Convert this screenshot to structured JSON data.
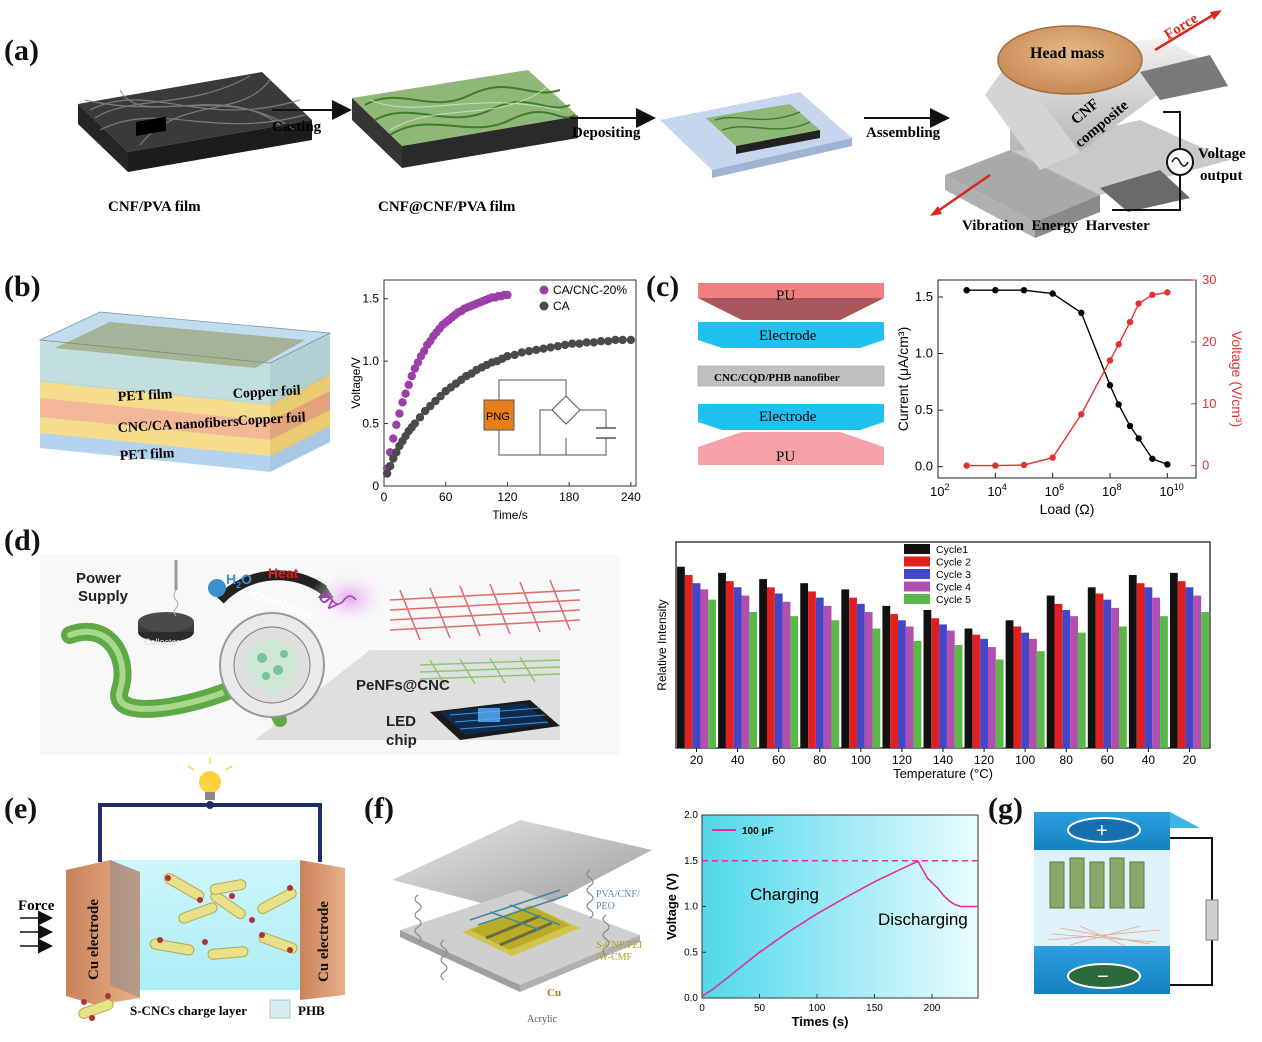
{
  "panel_labels": [
    "(a)",
    "(b)",
    "(c)",
    "(d)",
    "(e)",
    "(f)",
    "(g)"
  ],
  "panel_a": {
    "film1": "CNF/PVA film",
    "film2": "CNF@CNF/PVA film",
    "step1": "Casting",
    "step2": "Depositing",
    "step3": "Assembling",
    "head_mass": "Head mass",
    "force": "Force",
    "cnf_line1": "CNF",
    "cnf_line2": "composite",
    "voltage_line1": "Voltage",
    "voltage_line2": "output",
    "harvester": "Vibration  Energy  Harvester"
  },
  "panel_b": {
    "layers": [
      "PET film",
      "Copper foil",
      "CNC/CA nanofibers",
      "Copper foil",
      "PET film"
    ],
    "png_label": "PNG"
  },
  "panel_c": {
    "stack": [
      "PU",
      "Electrode",
      "CNC/CQD/PHB nanofiber",
      "Electrode",
      "PU"
    ]
  },
  "panel_d": {
    "power_line1": "Power",
    "power_line2": "Supply",
    "collector": "Collector",
    "h2o": "H",
    "h2o_sub": "2",
    "h2o_end": "O",
    "heat": "Heat",
    "uv": "UV",
    "resistance": "Resistance",
    "penfs": "PeNFs@CNC",
    "led_line1": "LED",
    "led_line2": "chip"
  },
  "panel_e": {
    "force": "Force",
    "electrode_left": "Cu electrode",
    "electrode_right": "Cu electrode",
    "legend1": "S-CNCs charge layer",
    "legend2": "PHB"
  },
  "panel_f": {
    "layer1_line1": "PVA/CNF/",
    "layer1_line2": "PEO",
    "layer2_line1": "S-CNF/PEI",
    "layer2_line2": "/W-CMF",
    "cu": "Cu",
    "acrylic": "Acrylic"
  },
  "panel_g": {
    "plus": "+",
    "minus": "−"
  },
  "chart_data": [
    {
      "id": "b-plot",
      "type": "scatter",
      "xlabel": "Time/s",
      "ylabel": "Voltage/V",
      "xlim": [
        0,
        245
      ],
      "ylim": [
        0,
        1.65
      ],
      "xticks": [
        0,
        60,
        120,
        180,
        240
      ],
      "yticks": [
        0,
        0.5,
        1.0,
        1.5
      ],
      "ytick_labels": [
        "0",
        "0.5",
        "1.0",
        "1.5"
      ],
      "legend_position": "top-right",
      "series": [
        {
          "name": "CA/CNC-20%",
          "color": "#9b3fa8",
          "x": [
            3,
            6,
            9,
            12,
            15,
            18,
            21,
            24,
            27,
            30,
            33,
            36,
            39,
            42,
            45,
            48,
            51,
            54,
            57,
            60,
            63,
            66,
            69,
            72,
            75,
            78,
            81,
            84,
            87,
            90,
            93,
            96,
            99,
            102,
            105,
            108,
            111,
            114,
            117,
            120
          ],
          "y": [
            0.14,
            0.27,
            0.38,
            0.49,
            0.58,
            0.67,
            0.74,
            0.81,
            0.88,
            0.94,
            0.99,
            1.04,
            1.08,
            1.13,
            1.16,
            1.2,
            1.23,
            1.26,
            1.29,
            1.31,
            1.33,
            1.35,
            1.37,
            1.39,
            1.4,
            1.42,
            1.43,
            1.44,
            1.45,
            1.46,
            1.47,
            1.48,
            1.49,
            1.5,
            1.51,
            1.51,
            1.52,
            1.52,
            1.53,
            1.53
          ]
        },
        {
          "name": "CA",
          "color": "#4a4a4a",
          "x": [
            3,
            6,
            9,
            12,
            15,
            18,
            21,
            24,
            27,
            30,
            35,
            40,
            45,
            50,
            55,
            60,
            65,
            70,
            75,
            80,
            85,
            90,
            95,
            100,
            105,
            110,
            115,
            120,
            127,
            134,
            141,
            148,
            155,
            162,
            169,
            176,
            183,
            190,
            197,
            204,
            211,
            218,
            225,
            232,
            240
          ],
          "y": [
            0.1,
            0.16,
            0.22,
            0.27,
            0.32,
            0.36,
            0.4,
            0.44,
            0.47,
            0.5,
            0.55,
            0.6,
            0.64,
            0.68,
            0.72,
            0.76,
            0.79,
            0.82,
            0.85,
            0.88,
            0.9,
            0.93,
            0.95,
            0.97,
            0.99,
            1.0,
            1.02,
            1.04,
            1.05,
            1.07,
            1.08,
            1.09,
            1.1,
            1.11,
            1.12,
            1.13,
            1.14,
            1.14,
            1.15,
            1.15,
            1.16,
            1.16,
            1.17,
            1.17,
            1.17
          ]
        }
      ]
    },
    {
      "id": "c-plot",
      "type": "line",
      "xlabel": "Load (Ω)",
      "ylabel": "Current (μA/cm³)",
      "ylabel_right": "Voltage (V/cm³)",
      "xscale": "log",
      "xlim": [
        100,
        100000000000
      ],
      "xticks": [
        100,
        10000,
        1000000,
        100000000,
        10000000000
      ],
      "xtick_bases": [
        "10",
        "10",
        "10",
        "10",
        "10"
      ],
      "xtick_exps": [
        "2",
        "4",
        "6",
        "8",
        "10"
      ],
      "ylim": [
        -0.1,
        1.65
      ],
      "yticks": [
        0,
        0.5,
        1.0,
        1.5
      ],
      "ytick_labels": [
        "0.0",
        "0.5",
        "1.0",
        "1.5"
      ],
      "ylim_right": [
        -2,
        30
      ],
      "yticks_right": [
        0,
        10,
        20,
        30
      ],
      "series": [
        {
          "name": "Current",
          "axis": "left",
          "color": "#000000",
          "x": [
            1000,
            10000,
            100000,
            1000000,
            10000000,
            100000000,
            200000000,
            500000000,
            1000000000,
            3000000000,
            10000000000
          ],
          "y": [
            1.56,
            1.56,
            1.56,
            1.53,
            1.36,
            0.72,
            0.55,
            0.36,
            0.25,
            0.07,
            0.02
          ]
        },
        {
          "name": "Voltage",
          "axis": "right",
          "color": "#e53030",
          "x": [
            1000,
            10000,
            100000,
            1000000,
            10000000,
            100000000,
            200000000,
            500000000,
            1000000000,
            3000000000,
            10000000000
          ],
          "y": [
            0,
            0,
            0.1,
            1.3,
            8.3,
            17,
            19.6,
            23.2,
            26.2,
            27.6,
            28
          ]
        }
      ]
    },
    {
      "id": "d-plot",
      "type": "bar",
      "xlabel": "Temperature (°C)",
      "ylabel": "Relative Intensity",
      "categories": [
        "20",
        "40",
        "60",
        "80",
        "100",
        "120",
        "140",
        "120",
        "100",
        "80",
        "60",
        "40",
        "20"
      ],
      "ylim": [
        0,
        1
      ],
      "legend_position": "top-left",
      "series": [
        {
          "name": "Cycle1",
          "color": "#111111",
          "values": [
            0.88,
            0.85,
            0.82,
            0.8,
            0.77,
            0.69,
            0.67,
            0.58,
            0.62,
            0.74,
            0.78,
            0.84,
            0.85
          ]
        },
        {
          "name": "Cycle 2",
          "color": "#e02020",
          "values": [
            0.84,
            0.81,
            0.78,
            0.76,
            0.73,
            0.65,
            0.63,
            0.55,
            0.59,
            0.7,
            0.75,
            0.8,
            0.81
          ]
        },
        {
          "name": "Cycle 3",
          "color": "#4545c8",
          "values": [
            0.8,
            0.78,
            0.75,
            0.73,
            0.7,
            0.62,
            0.6,
            0.53,
            0.56,
            0.67,
            0.72,
            0.78,
            0.78
          ]
        },
        {
          "name": "Cycle 4",
          "color": "#b04fb0",
          "values": [
            0.77,
            0.74,
            0.71,
            0.69,
            0.66,
            0.59,
            0.57,
            0.49,
            0.53,
            0.64,
            0.68,
            0.73,
            0.74
          ]
        },
        {
          "name": "Cycle 5",
          "color": "#5ab848",
          "values": [
            0.72,
            0.66,
            0.64,
            0.62,
            0.58,
            0.52,
            0.5,
            0.43,
            0.47,
            0.56,
            0.59,
            0.64,
            0.66
          ]
        }
      ]
    },
    {
      "id": "f-plot",
      "type": "line",
      "xlabel": "Times (s)",
      "ylabel": "Voltage (V)",
      "xlim": [
        0,
        240
      ],
      "ylim": [
        0,
        2.0
      ],
      "xticks": [
        0,
        50,
        100,
        150,
        200
      ],
      "yticks": [
        0.0,
        0.5,
        1.0,
        1.5,
        2.0
      ],
      "ytick_labels": [
        "0.0",
        "0.5",
        "1.0",
        "1.5",
        "2.0"
      ],
      "reference_line": 1.5,
      "annotations": [
        "Charging",
        "Discharging"
      ],
      "series": [
        {
          "name": "100 μF",
          "color": "#e0309e",
          "x": [
            0,
            10,
            25,
            50,
            75,
            100,
            125,
            150,
            170,
            185,
            188,
            192,
            196,
            200,
            205,
            210,
            215,
            220,
            225,
            230,
            240
          ],
          "y": [
            0.02,
            0.1,
            0.25,
            0.5,
            0.72,
            0.92,
            1.1,
            1.27,
            1.39,
            1.48,
            1.49,
            1.4,
            1.31,
            1.26,
            1.2,
            1.12,
            1.06,
            1.02,
            1.0,
            1.0,
            1.0
          ]
        }
      ]
    }
  ]
}
